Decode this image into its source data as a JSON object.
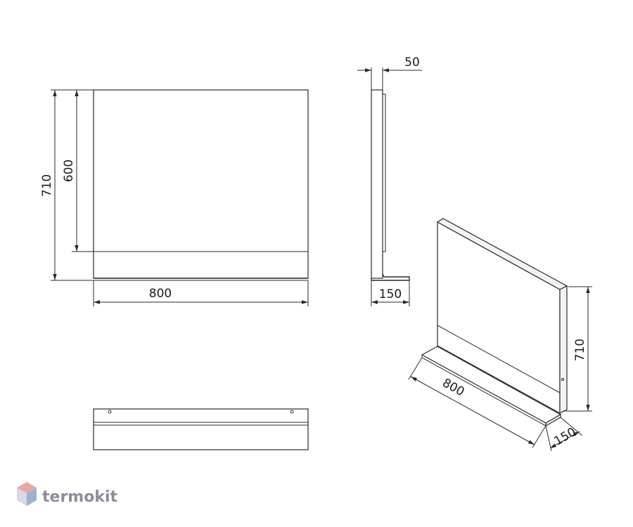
{
  "front_view": {
    "overall_height": "710",
    "panel_height": "600",
    "width": "800"
  },
  "side_view": {
    "thickness": "50",
    "base_depth": "150"
  },
  "iso_view": {
    "width": "800",
    "height": "710",
    "depth": "150"
  },
  "brand": {
    "name": "termokit",
    "colors": {
      "top": "#e8a7a3",
      "left": "#d8d8e8",
      "right": "#9fb0cf"
    }
  }
}
